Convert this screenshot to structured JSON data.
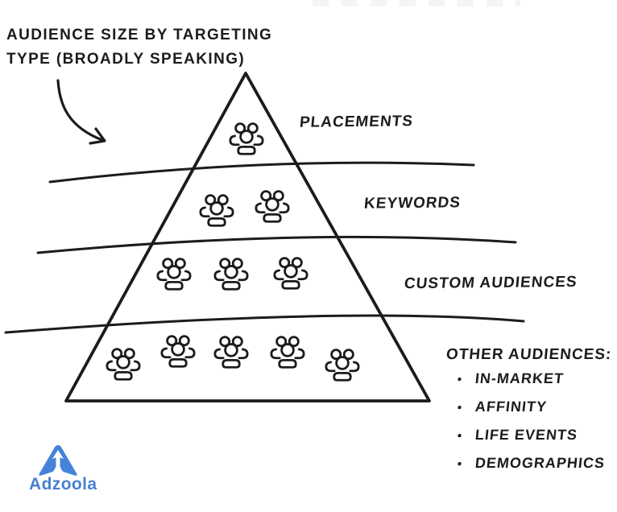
{
  "annotation": {
    "title_line1": "AUDIENCE SIZE BY TARGETING",
    "title_line2": "TYPE (BROADLY SPEAKING)"
  },
  "pyramid": {
    "type": "pyramid-diagram",
    "levels": [
      {
        "label": "PLACEMENTS",
        "group_icons": 1
      },
      {
        "label": "KEYWORDS",
        "group_icons": 2
      },
      {
        "label": "CUSTOM AUDIENCES",
        "group_icons": 3
      },
      {
        "label": "OTHER AUDIENCES",
        "group_icons": 5
      }
    ]
  },
  "other_audiences": {
    "heading": "OTHER AUDIENCES:",
    "items": [
      "IN-MARKET",
      "AFFINITY",
      "LIFE EVENTS",
      "DEMOGRAPHICS"
    ]
  },
  "logo": {
    "wordmark": "Adzoola"
  },
  "colors": {
    "ink": "#1c1c1c",
    "logo_blue": "#4583d9",
    "background": "#ffffff"
  }
}
